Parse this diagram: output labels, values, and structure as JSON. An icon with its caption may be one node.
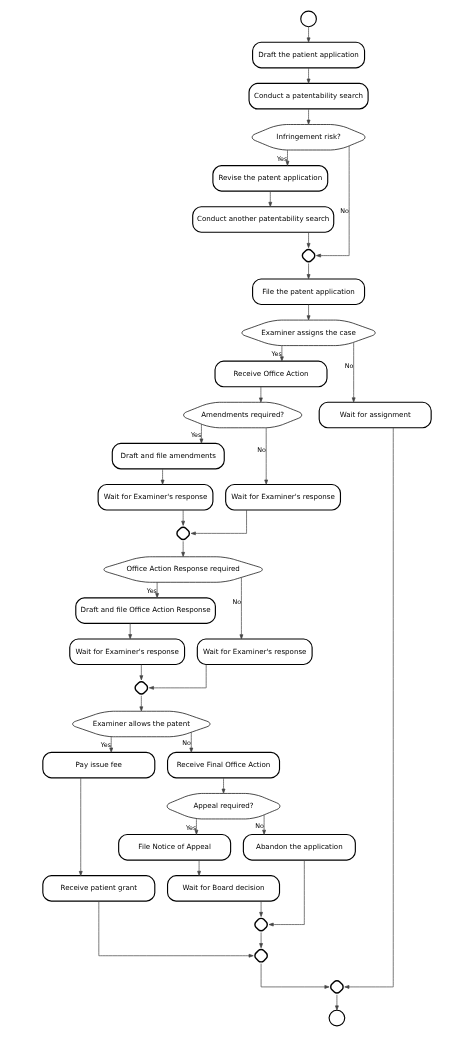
{
  "diagram": {
    "nodes": [
      {
        "text": [],
        "shape": "circle"
      },
      {
        "text": [
          "Draft the patient application"
        ]
      },
      {
        "text": [
          "Conduct a patentability search"
        ]
      },
      {
        "text": [
          "Infringement risk?"
        ]
      },
      {
        "text": [
          "Revise the patent application"
        ]
      },
      {
        "text": [
          "Conduct another patentability search"
        ]
      },
      {
        "text": [],
        "shape": "diamond"
      },
      {
        "text": [
          "File the patent application"
        ]
      },
      {
        "text": [
          "Examiner assigns the case"
        ]
      },
      {
        "text": [
          "Receive Office Action"
        ]
      },
      {
        "text": [
          "Wait for assignment"
        ]
      },
      {
        "text": [
          "Amendments required?"
        ]
      },
      {
        "text": [
          "Draft and file amendments"
        ]
      },
      {
        "text": [
          "Wait for Examiner's response"
        ]
      },
      {
        "text": [
          "Wait for Examiner's response"
        ]
      },
      {
        "text": [],
        "shape": "diamond"
      },
      {
        "text": [
          "Office Action Response required"
        ]
      },
      {
        "text": [
          "Draft and file Office Action Response"
        ]
      },
      {
        "text": [
          "Wait for Examiner's response"
        ]
      },
      {
        "text": [
          "Wait for Examiner's response"
        ]
      },
      {
        "text": [],
        "shape": "diamond"
      },
      {
        "text": [
          "Examiner allows the patent"
        ]
      },
      {
        "text": [
          "Pay issue fee"
        ]
      },
      {
        "text": [
          "Receive Final Office Action"
        ]
      },
      {
        "text": [
          "Receive patient grant"
        ]
      },
      {
        "text": [
          "Appeal required?"
        ]
      },
      {
        "text": [
          "File Notice of Appeal"
        ]
      },
      {
        "text": [
          "Abandon the application"
        ]
      },
      {
        "text": [
          "Wait for Board decision"
        ]
      },
      {
        "text": [],
        "shape": "diamond"
      },
      {
        "text": [],
        "shape": "diamond"
      },
      {
        "text": [],
        "shape": "diamond"
      },
      {
        "text": [],
        "shape": "circle"
      }
    ],
    "edges": [
      {
        "from": 0,
        "to": 1,
        "arrow": "to"
      },
      {
        "from": 1,
        "to": 2,
        "arrow": "to"
      },
      {
        "from": 2,
        "to": 3,
        "arrow": "to"
      },
      {
        "from": 3,
        "to": 4,
        "arrow": "to",
        "label": "Yes"
      },
      {
        "from": 3,
        "to": 6,
        "arrow": "to",
        "label": "No"
      },
      {
        "from": 4,
        "to": 5,
        "arrow": "to"
      },
      {
        "from": 5,
        "to": 6,
        "arrow": "to"
      },
      {
        "from": 6,
        "to": 7,
        "arrow": "to"
      },
      {
        "from": 7,
        "to": 8,
        "arrow": "to"
      },
      {
        "from": 8,
        "to": 9,
        "arrow": "to",
        "label": "Yes"
      },
      {
        "from": 8,
        "to": 10,
        "arrow": "to",
        "label": "No"
      },
      {
        "from": 9,
        "to": 11,
        "arrow": "to"
      },
      {
        "from": 11,
        "to": 12,
        "arrow": "to",
        "label": "Yes"
      },
      {
        "from": 11,
        "to": 13,
        "arrow": "to",
        "label": "No"
      },
      {
        "from": 12,
        "to": 14,
        "arrow": "to"
      },
      {
        "from": 14,
        "to": 15,
        "arrow": "to"
      },
      {
        "from": 13,
        "to": 15,
        "arrow": "to"
      },
      {
        "from": 15,
        "to": 16,
        "arrow": "to"
      },
      {
        "from": 16,
        "to": 17,
        "arrow": "to",
        "label": "Yes"
      },
      {
        "from": 16,
        "to": 18,
        "arrow": "to",
        "label": "No"
      },
      {
        "from": 17,
        "to": 19,
        "arrow": "to"
      },
      {
        "from": 19,
        "to": 20,
        "arrow": "to"
      },
      {
        "from": 18,
        "to": 20,
        "arrow": "to"
      },
      {
        "from": 20,
        "to": 21,
        "arrow": "to"
      },
      {
        "from": 21,
        "to": 22,
        "arrow": "to",
        "label": "Yes"
      },
      {
        "from": 21,
        "to": 23,
        "arrow": "to",
        "label": "No"
      },
      {
        "from": 22,
        "to": 24,
        "arrow": "to"
      },
      {
        "from": 23,
        "to": 25,
        "arrow": "to"
      },
      {
        "from": 25,
        "to": 26,
        "arrow": "to",
        "label": "Yes"
      },
      {
        "from": 25,
        "to": 27,
        "arrow": "to",
        "label": "No"
      },
      {
        "from": 26,
        "to": 28,
        "arrow": "to"
      },
      {
        "from": 28,
        "to": 29,
        "arrow": "to"
      },
      {
        "from": 27,
        "to": 29,
        "arrow": "to"
      },
      {
        "from": 24,
        "to": 30,
        "arrow": "to"
      },
      {
        "from": 29,
        "to": 30,
        "arrow": "to"
      },
      {
        "from": 30,
        "to": 31,
        "arrow": "to"
      },
      {
        "from": 10,
        "to": 31,
        "arrow": "to"
      },
      {
        "from": 31,
        "to": 32,
        "arrow": "to"
      }
    ]
  }
}
